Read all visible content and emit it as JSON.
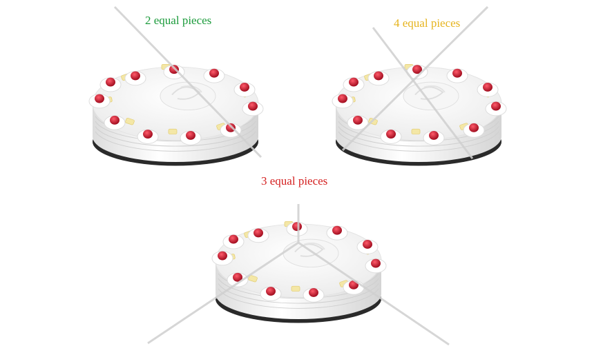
{
  "labels": {
    "two": {
      "text": "2 equal pieces",
      "color": "#1a9a3a"
    },
    "four": {
      "text": "4 equal pieces",
      "color": "#e6b41e"
    },
    "three": {
      "text": "3 equal pieces",
      "color": "#d42020"
    }
  },
  "cakes": [
    {
      "name": "cake-2-pieces",
      "pieces": 2
    },
    {
      "name": "cake-4-pieces",
      "pieces": 4
    },
    {
      "name": "cake-3-pieces",
      "pieces": 3
    }
  ],
  "colors": {
    "frosting": "#ffffff",
    "frosting_shadow": "#e3e3e3",
    "cherry": "#c4122a",
    "pineapple": "#f4e7a6",
    "board": "#2a2a2a",
    "cut_line": "#d0d0d0"
  }
}
